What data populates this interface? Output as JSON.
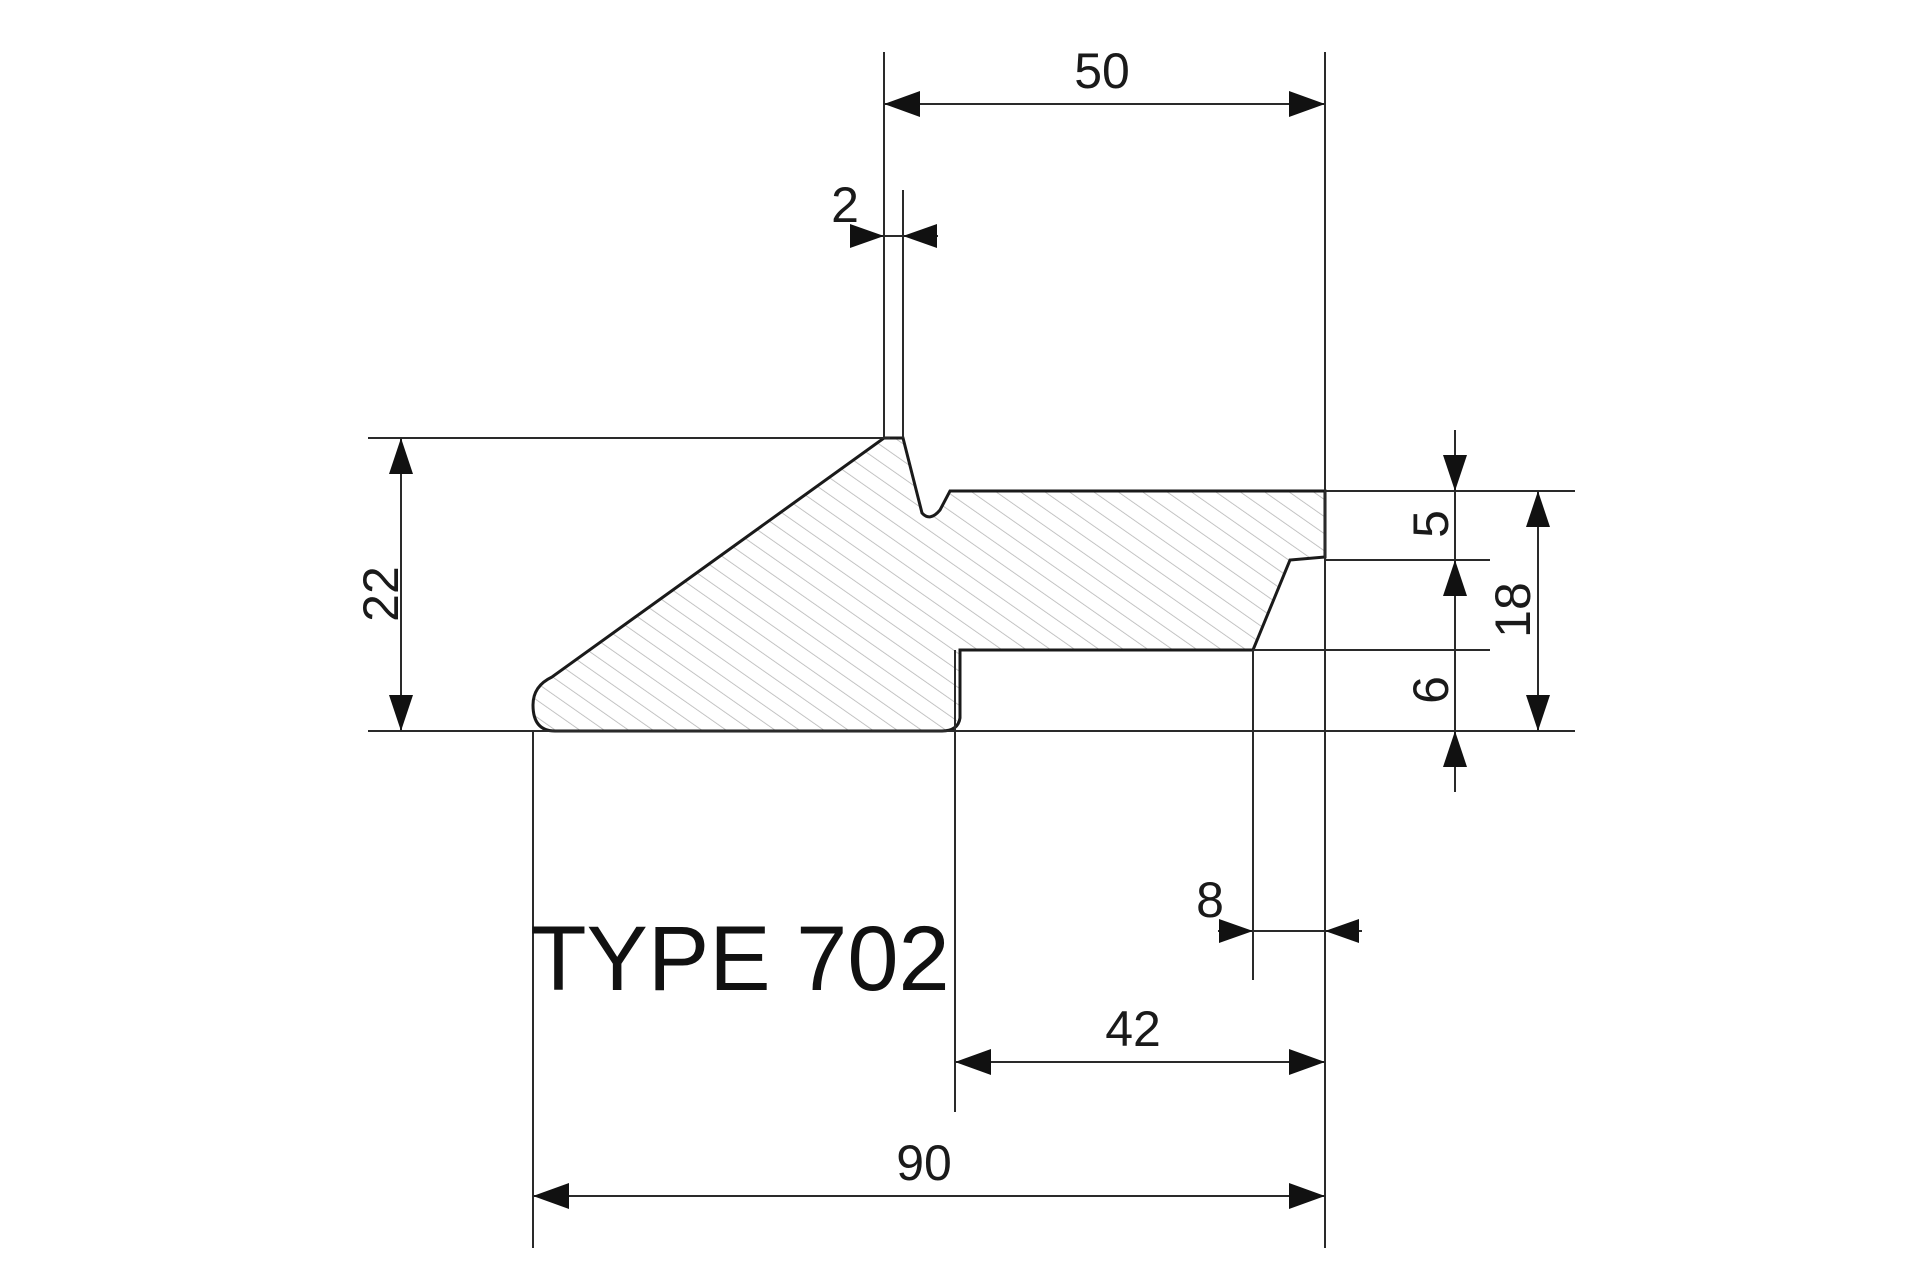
{
  "profile": {
    "type_label": "TYPE 702"
  },
  "dimensions": {
    "top_width": "50",
    "groove": "2",
    "height": "22",
    "upper_step": "5",
    "lower_step": "6",
    "right_height": "18",
    "bevel": "8",
    "rebate_width": "42",
    "overall_width": "90"
  },
  "colors": {
    "line": "#1a1a1a",
    "hatch": "#b5b5b5",
    "background": "#ffffff"
  }
}
